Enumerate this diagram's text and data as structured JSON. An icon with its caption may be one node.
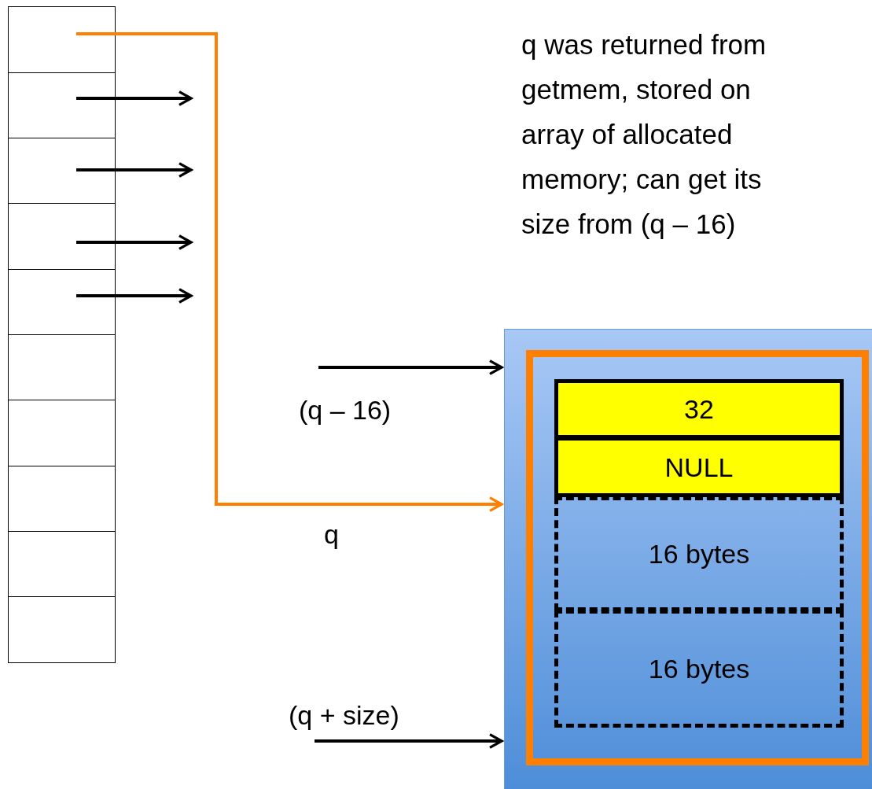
{
  "diagram": {
    "nodes": [
      {
        "text": [],
        "shape": "box"
      },
      {
        "text": [],
        "shape": "box"
      },
      {
        "text": [],
        "shape": "box"
      },
      {
        "text": [],
        "shape": "box"
      },
      {
        "text": [],
        "shape": "box"
      },
      {
        "text": [],
        "shape": "box"
      },
      {
        "text": [],
        "shape": "box"
      },
      {
        "text": [],
        "shape": "box"
      },
      {
        "text": [],
        "shape": "box"
      },
      {
        "text": [],
        "shape": "box"
      },
      {
        "text": [],
        "shape": "box"
      },
      {
        "text": [],
        "shape": "box",
        "in": 10
      },
      {
        "text": [
          "32"
        ],
        "in": 11
      },
      {
        "text": [
          "NULL"
        ],
        "in": 11
      },
      {
        "text": [
          "16 bytes"
        ],
        "in": 11
      },
      {
        "text": [
          "16 bytes"
        ],
        "in": 11
      }
    ],
    "edges": [
      {
        "from": 0,
        "to": 10,
        "arrow": "to",
        "color": "#ff8000",
        "label": "q"
      },
      {
        "from": 1,
        "to": null,
        "arrow": "to"
      },
      {
        "from": 2,
        "to": null,
        "arrow": "to"
      },
      {
        "from": 3,
        "to": null,
        "arrow": "to"
      },
      {
        "from": 4,
        "to": null,
        "arrow": "to"
      },
      {
        "from": null,
        "to": 10,
        "arrow": "to",
        "label": "(q – 16)"
      },
      {
        "from": null,
        "to": 10,
        "arrow": "to",
        "label": "(q + size)"
      }
    ],
    "labels": [
      "q was returned from getmem, stored on array of allocated memory; can get its size from (q – 16)"
    ]
  }
}
